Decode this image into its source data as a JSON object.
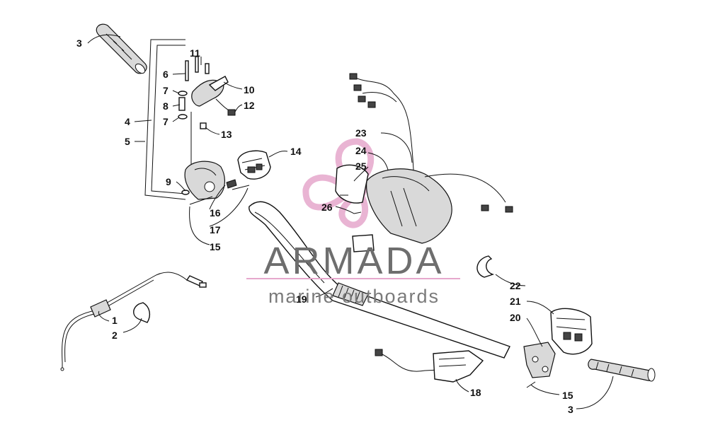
{
  "brand": {
    "name": "ARMADA",
    "tagline": "marine outboards",
    "accent_color": "#e6a8cc",
    "text_color": "#6e6e6e"
  },
  "callouts": {
    "c1": "1",
    "c2": "2",
    "c3a": "3",
    "c3b": "3",
    "c4": "4",
    "c5": "5",
    "c6": "6",
    "c7a": "7",
    "c7b": "7",
    "c8": "8",
    "c9": "9",
    "c10": "10",
    "c11": "11",
    "c12": "12",
    "c13": "13",
    "c14": "14",
    "c15a": "15",
    "c15b": "15",
    "c16": "16",
    "c17": "17",
    "c18": "18",
    "c19": "19",
    "c20": "20",
    "c21": "21",
    "c22": "22",
    "c23": "23",
    "c24": "24",
    "c25": "25",
    "c26": "26"
  }
}
